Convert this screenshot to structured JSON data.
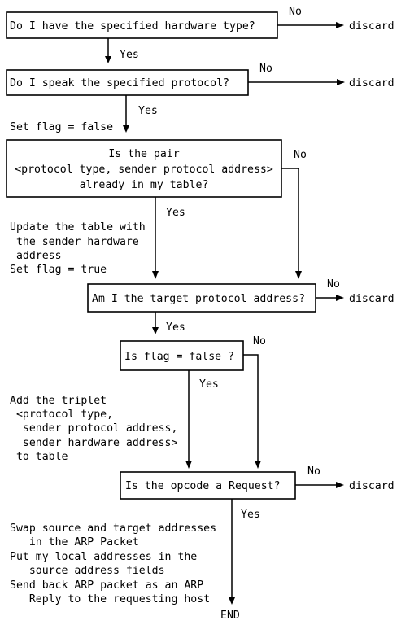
{
  "decisions": {
    "hardware": {
      "text": "Do I have the specified hardware type?"
    },
    "protocol": {
      "text": "Do I speak the specified protocol?"
    },
    "pair": {
      "lines": [
        "Is the pair",
        "<protocol type, sender protocol address>",
        "already in my table?"
      ]
    },
    "target": {
      "text": "Am I the target protocol address?"
    },
    "flag": {
      "text": "Is flag = false ?"
    },
    "opcode": {
      "text": "Is the opcode a Request?"
    }
  },
  "labels": {
    "yes": "Yes",
    "no": "No",
    "discard": "discard",
    "end": "END"
  },
  "actions": {
    "set_flag_false": "Set flag = false",
    "update_table": [
      "Update the table with",
      " the sender hardware",
      " address",
      "Set flag = true"
    ],
    "add_triplet": [
      "Add the triplet",
      " <protocol type,",
      "  sender protocol address,",
      "  sender hardware address>",
      " to table"
    ],
    "reply": [
      "Swap source and target addresses",
      "   in the ARP Packet",
      "Put my local addresses in the",
      "   source address fields",
      "Send back ARP packet as an ARP",
      "   Reply to the requesting host"
    ]
  }
}
